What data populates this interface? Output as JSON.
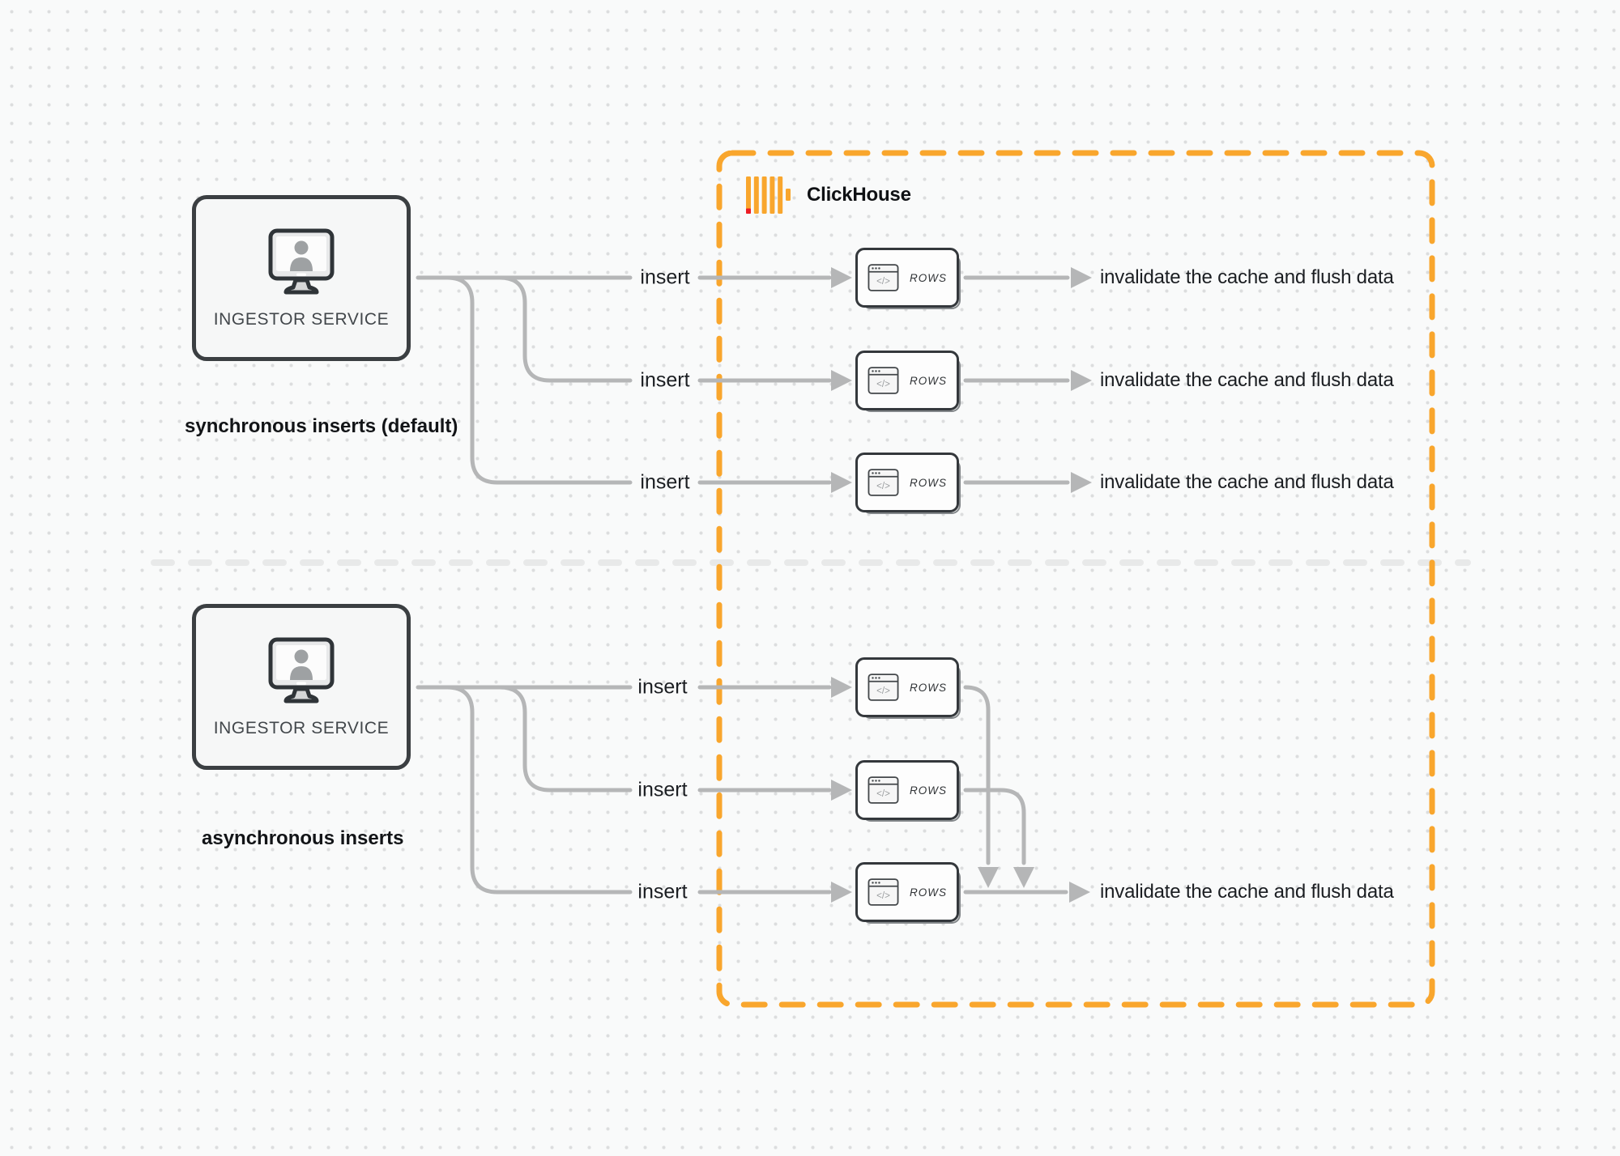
{
  "colors": {
    "accent_orange": "#F9A62D",
    "logo_red": "#ED1C24",
    "connector_gray": "#B5B6B7",
    "node_border_dark": "#3B3F42",
    "divider_gray": "#E8E9E9"
  },
  "clickhouse": {
    "label": "ClickHouse"
  },
  "sections": {
    "sync": {
      "caption": "synchronous inserts (default)",
      "service_label": "INGESTOR SERVICE"
    },
    "async": {
      "caption": "asynchronous inserts",
      "service_label": "INGESTOR SERVICE"
    }
  },
  "labels": {
    "insert": "insert",
    "invalidate": "invalidate the cache and flush data",
    "rows": "ROWS",
    "code_glyph": "</>"
  }
}
